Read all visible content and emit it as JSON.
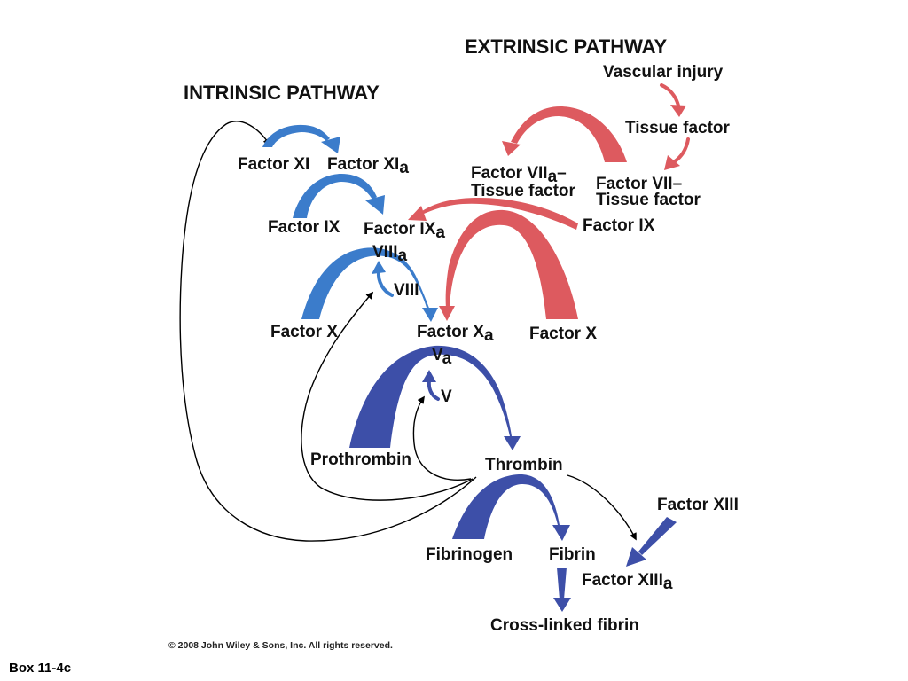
{
  "headings": {
    "extrinsic": "EXTRINSIC PATHWAY",
    "intrinsic": "INTRINSIC PATHWAY"
  },
  "nodes": {
    "vascular_injury": "Vascular injury",
    "tissue_factor": "Tissue factor",
    "factor_xi": "Factor XI",
    "factor_xia": {
      "text": "Factor XI",
      "sub": "a"
    },
    "factor_viia_tf": {
      "text": "Factor VII",
      "sub": "a",
      "dash": "–",
      "line2": "Tissue factor"
    },
    "factor_vii_tf": {
      "line1": "Factor VII–",
      "line2": "Tissue factor"
    },
    "factor_ix_intrinsic": "Factor IX",
    "factor_ixa": {
      "text": "Factor IX",
      "sub": "a"
    },
    "factor_ix_extrinsic": "Factor IX",
    "factor_viiia": {
      "text": "VIII",
      "sub": "a"
    },
    "factor_viii": "VIII",
    "factor_x_intrinsic": "Factor X",
    "factor_xa": {
      "text": "Factor X",
      "sub": "a"
    },
    "factor_x_extrinsic": "Factor X",
    "factor_va": {
      "text": "V",
      "sub": "a"
    },
    "factor_v": "V",
    "prothrombin": "Prothrombin",
    "thrombin": "Thrombin",
    "factor_xiii": "Factor XIII",
    "fibrinogen": "Fibrinogen",
    "fibrin": "Fibrin",
    "factor_xiiia": {
      "text": "Factor XIII",
      "sub": "a"
    },
    "cross_linked_fibrin": "Cross-linked fibrin"
  },
  "copyright": "© 2008 John Wiley & Sons, Inc. All rights reserved.",
  "caption": "Box 11-4c",
  "colors": {
    "intrinsic": "#3b7ccb",
    "extrinsic": "#dd5a5f",
    "common": "#3d4fa8",
    "feedback": "#000000"
  }
}
